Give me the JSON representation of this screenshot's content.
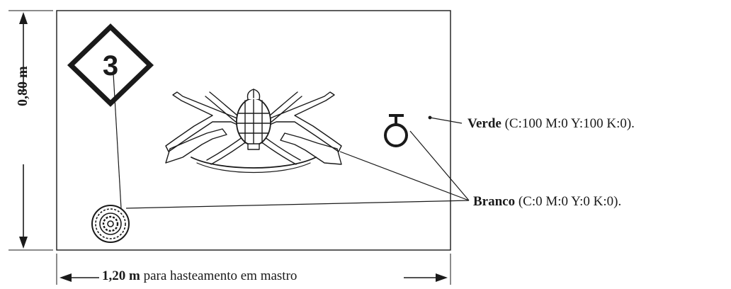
{
  "dimensions": {
    "height": "0,80 m",
    "width_value": "1,20 m",
    "width_note": "para hasteamento em mastro"
  },
  "badge": {
    "number": "3"
  },
  "legend": {
    "verde": {
      "name": "Verde",
      "code": "(C:100 M:0 Y:100 K:0)."
    },
    "branco": {
      "name": "Branco",
      "code": "(C:0 M:0 Y:0 K:0)."
    }
  },
  "colors": {
    "line": "#1a1a1a",
    "background": "#ffffff"
  }
}
